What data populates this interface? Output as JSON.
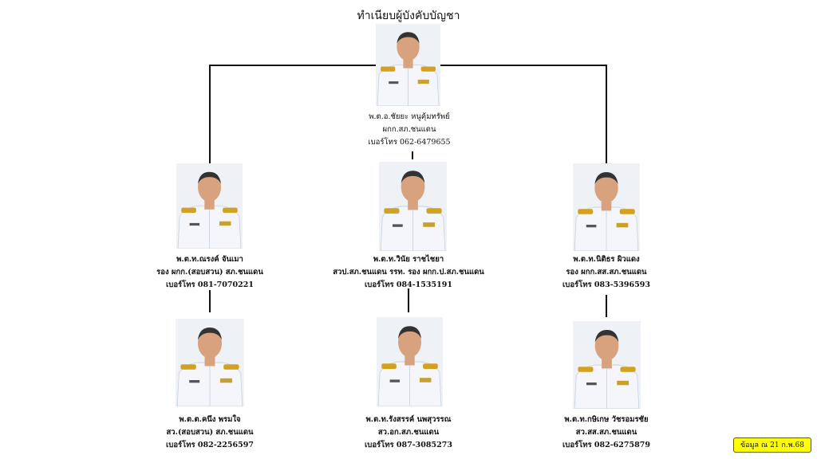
{
  "title": "ทำเนียบผู้บังคับบัญชา",
  "commander": {
    "name": "พ.ต.อ.ชัยยะ หนูคุ้มทรัพย์",
    "position": "ผกก.สภ.ชนแดน",
    "phone": "เบอร์โทร 062-6479655"
  },
  "deputies": [
    {
      "name": "พ.ต.ท.ณรงค์ จันเมา",
      "position": "รอง ผกก.(สอบสวน) สภ.ชนแดน",
      "phone": "เบอร์โทร 081-7070221"
    },
    {
      "name": "พ.ต.ท.วินัย ราชไชยา",
      "position": "สวป.สภ.ชนแดน รรท. รอง ผกก.ป.สภ.ชนแดน",
      "phone": "เบอร์โทร 084-1535191"
    },
    {
      "name": "พ.ต.ท.นิติธร ผิวแดง",
      "position": "รอง ผกก.สส.สภ.ชนแดน",
      "phone": "เบอร์โทร 083-5396593"
    }
  ],
  "inspectors": [
    {
      "name": "พ.ต.ต.คนึง พรมใจ",
      "position": "สว.(สอบสวน) สภ.ชนแดน",
      "phone": "เบอร์โทร 082-2256597"
    },
    {
      "name": "พ.ต.ท.รังสรรค์ นพสุวรรณ",
      "position": "สว.อก.สภ.ชนแดน",
      "phone": "เบอร์โทร 087-3085273"
    },
    {
      "name": "พ.ต.ท.กษิเกษ วัชรอมรชัย",
      "position": "สว.สส.สภ.ชนแดน",
      "phone": "เบอร์โทร 082-6275879"
    }
  ],
  "data_date": "ข้อมูล ณ 21 ก.พ.68",
  "colors": {
    "badge": "#ffff00",
    "line": "#111111",
    "uniform": "#f4f6fb",
    "epaulette": "#d4a020"
  }
}
